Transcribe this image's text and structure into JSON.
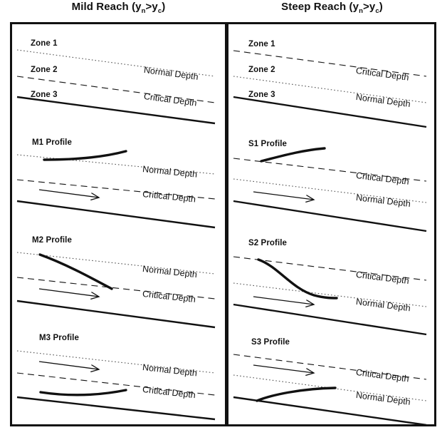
{
  "figure": {
    "type": "diagram",
    "subject": "Gradually varied flow water surface profiles",
    "columns": [
      {
        "id": "mild",
        "title_main": "Mild Reach (y",
        "title_sub1": "n",
        "title_mid": ">y",
        "title_sub2": "c",
        "title_end": ")",
        "title_plain": "Mild Reach (yn>yc)"
      },
      {
        "id": "steep",
        "title_main": "Steep Reach (y",
        "title_sub1": "n",
        "title_mid": ">y",
        "title_sub2": "c",
        "title_end": ")",
        "title_plain": "Steep Reach (yn>yc)"
      }
    ],
    "line_labels": {
      "normal_depth": "Normal Depth",
      "critical_depth": "Critical Depth"
    },
    "zone_labels": {
      "zone1": "Zone 1",
      "zone2": "Zone 2",
      "zone3": "Zone 3"
    },
    "panels": {
      "mild": [
        {
          "id": "mild-zones",
          "label": "",
          "upper_line": "Critical Depth",
          "lower_line": "Normal Depth",
          "zones": [
            "Zone 1",
            "Zone 2",
            "Zone 3"
          ],
          "has_arrow": false
        },
        {
          "id": "m1",
          "label": "M1 Profile",
          "upper_line": "Normal Depth",
          "lower_line": "Critical Depth",
          "zone": "Zone 1",
          "has_arrow": true
        },
        {
          "id": "m2",
          "label": "M2 Profile",
          "upper_line": "Normal Depth",
          "lower_line": "Critical Depth",
          "zone": "Zone 2",
          "has_arrow": true
        },
        {
          "id": "m3",
          "label": "M3 Profile",
          "upper_line": "Normal Depth",
          "lower_line": "Critical Depth",
          "zone": "Zone 3",
          "has_arrow": true
        }
      ],
      "steep": [
        {
          "id": "steep-zones",
          "label": "",
          "upper_line": "Critical Depth",
          "lower_line": "Normal Depth",
          "zones": [
            "Zone 1",
            "Zone 2",
            "Zone 3"
          ],
          "has_arrow": false
        },
        {
          "id": "s1",
          "label": "S1 Profile",
          "upper_line": "Critical Depth",
          "lower_line": "Normal Depth",
          "zone": "Zone 1",
          "has_arrow": true
        },
        {
          "id": "s2",
          "label": "S2 Profile",
          "upper_line": "Critical Depth",
          "lower_line": "Normal Depth",
          "zone": "Zone 2",
          "has_arrow": true
        },
        {
          "id": "s3",
          "label": "S3 Profile",
          "upper_line": "Critical Depth",
          "lower_line": "Normal Depth",
          "zone": "Zone 3",
          "has_arrow": true
        }
      ]
    },
    "colors": {
      "ink": "#111111",
      "line_gray": "#7a7a7a",
      "background": "#ffffff"
    }
  }
}
